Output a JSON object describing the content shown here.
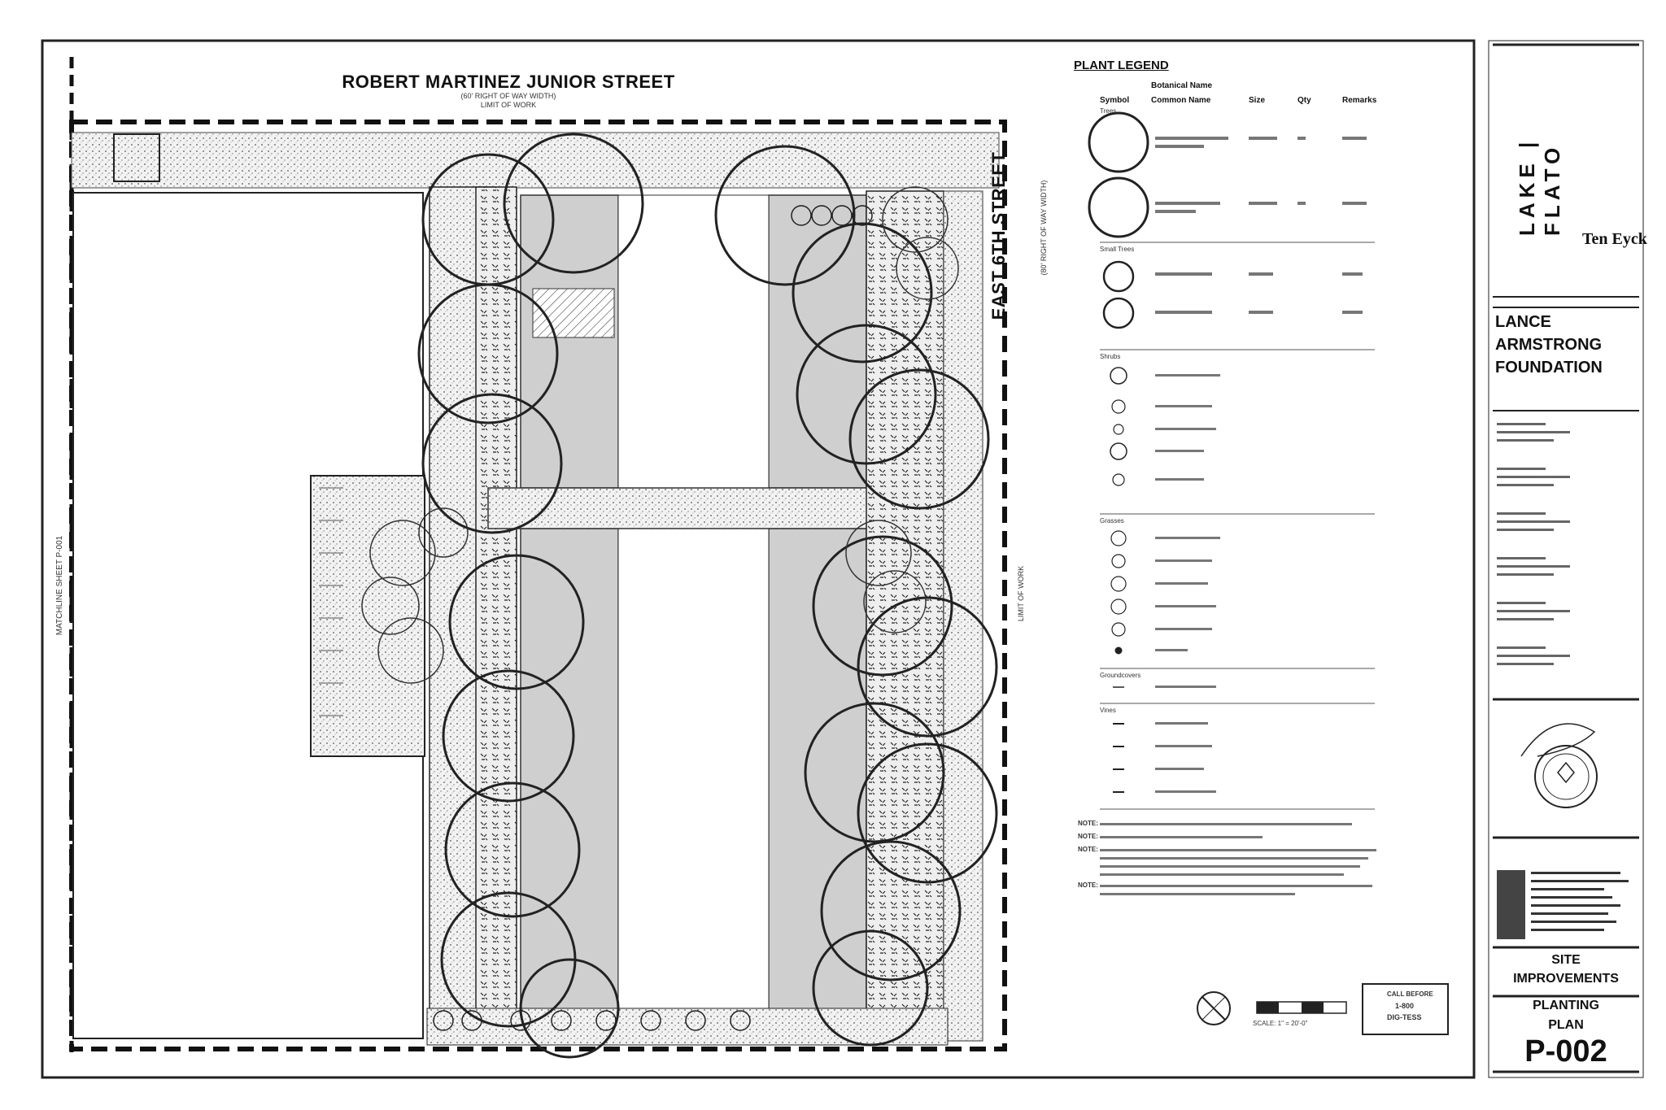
{
  "streets": {
    "north": "ROBERT MARTINEZ JUNIOR STREET",
    "north_sub1": "(60' RIGHT OF WAY WIDTH)",
    "north_sub2": "LIMIT OF WORK",
    "east": "EAST 6TH STREET",
    "east_sub": "(80' RIGHT OF WAY WIDTH)",
    "east_limit": "LIMIT OF WORK",
    "matchline": "MATCHLINE SHEET P-001"
  },
  "legend": {
    "title": "PLANT LEGEND",
    "col_symbol": "Symbol",
    "col_botanical": "Botanical Name",
    "col_common": "Common Name",
    "col_size": "Size",
    "col_qty": "Qty",
    "col_remarks": "Remarks",
    "groups": [
      {
        "label": "Trees",
        "rows": 2
      },
      {
        "label": "Small Trees",
        "rows": 2
      },
      {
        "label": "Shrubs",
        "rows": 5
      },
      {
        "label": "Grasses",
        "rows": 6
      },
      {
        "label": "Groundcovers",
        "rows": 1
      },
      {
        "label": "Vines",
        "rows": 4
      }
    ]
  },
  "notes": {
    "labels": [
      "NOTE:",
      "NOTE:",
      "NOTE:",
      "NOTE:"
    ]
  },
  "title_block": {
    "firm": "LAKE | FLATO",
    "consultant": "Ten Eyck",
    "client_line1": "LANCE",
    "client_line2": "ARMSTRONG",
    "client_line3": "FOUNDATION",
    "sheet_title_1": "SITE",
    "sheet_title_2": "IMPROVEMENTS",
    "sheet_title_3": "PLANTING",
    "sheet_title_4": "PLAN",
    "sheet_number": "P-002"
  },
  "scale_bar": {
    "label": "SCALE: 1\" = 20'-0\""
  },
  "dig_alert": {
    "line1": "CALL BEFORE",
    "line2": "1-800",
    "line3": "DIG-TESS"
  }
}
